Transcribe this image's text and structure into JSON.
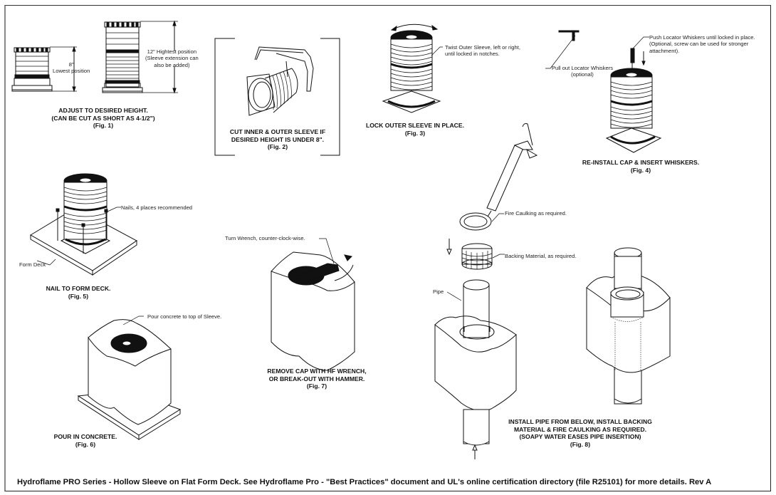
{
  "document": {
    "footer": "Hydroflame PRO Series - Hollow Sleeve on Flat Form Deck. See Hydroflame Pro - \"Best Practices\" document and UL's online certification directory (file R25101) for more details. Rev A"
  },
  "figures": {
    "fig1": {
      "caption": [
        "ADJUST TO DESIRED HEIGHT.",
        "(CAN BE CUT AS SHORT AS 4-1/2\")",
        "(Fig. 1)"
      ],
      "dim_low_value": "8\"",
      "dim_low_label": "Lowest position",
      "dim_high": [
        "12\" Hightest position",
        "(Sleeve extension can",
        "also be added)"
      ]
    },
    "fig2": {
      "caption": [
        "CUT INNER & OUTER SLEEVE IF",
        "DESIRED HEIGHT IS UNDER 8\".",
        "(Fig. 2)"
      ]
    },
    "fig3": {
      "caption": [
        "LOCK OUTER SLEEVE IN PLACE.",
        "(Fig. 3)"
      ],
      "note": [
        "Twist Outer Sleeve, left or right,",
        "until locked in notches."
      ]
    },
    "fig4": {
      "caption": [
        "RE-INSTALL CAP & INSERT WHISKERS.",
        "(Fig. 4)"
      ],
      "note_push": [
        "Push Locator Whiskers until locked in place.",
        "(Optional, screw can be used for stronger",
        "attachment)."
      ],
      "note_pull": [
        "Pull out Locator Whiskers",
        "(optional)"
      ]
    },
    "fig5": {
      "caption": [
        "NAIL TO FORM DECK.",
        "(Fig. 5)"
      ],
      "note_nails": "Nails, 4 places recommended",
      "note_deck": "Form Deck"
    },
    "fig6": {
      "caption": [
        "POUR IN CONCRETE.",
        "(Fig. 6)"
      ],
      "note": "Pour concrete to top of Sleeve."
    },
    "fig7": {
      "caption": [
        "REMOVE CAP WITH HF WRENCH,",
        "OR BREAK-OUT WITH HAMMER.",
        "(Fig. 7)"
      ],
      "note": "Turn Wrench, counter-clock-wise."
    },
    "fig8": {
      "caption": [
        "INSTALL PIPE FROM BELOW, INSTALL BACKING",
        "MATERIAL & FIRE CAULKING AS REQUIRED.",
        "(SOAPY WATER EASES PIPE INSERTION)",
        "(Fig. 8)"
      ],
      "note_caulk": "Fire Caulking as required.",
      "note_backing": "Backing Material, as required.",
      "note_pipe": "Pipe"
    }
  }
}
